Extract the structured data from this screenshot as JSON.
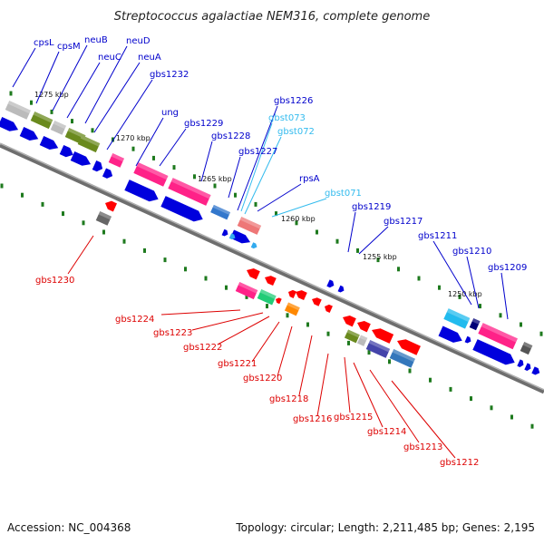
{
  "title": "Streptococcus agalactiae NEM316, complete genome",
  "footer": {
    "accession": "Accession: NC_004368",
    "topology": "Topology: circular; Length: 2,211,485 bp; Genes: 2,195"
  },
  "kbp_marks": [
    "1275 kbp",
    "1270 kbp",
    "1265 kbp",
    "1260 kbp",
    "1255 kbp",
    "1250 kbp"
  ],
  "colors": {
    "blue_label": "#0000cc",
    "cyan_label": "#33bbee",
    "red_label": "#dd0000",
    "backbone": "#888888",
    "tick": "#1e7a1e"
  },
  "upper_labels": [
    {
      "text": "cpsL",
      "color": "blue"
    },
    {
      "text": "cpsM",
      "color": "blue"
    },
    {
      "text": "neuB",
      "color": "blue"
    },
    {
      "text": "neuD",
      "color": "blue"
    },
    {
      "text": "neuC",
      "color": "blue"
    },
    {
      "text": "neuA",
      "color": "blue"
    },
    {
      "text": "gbs1232",
      "color": "blue"
    },
    {
      "text": "ung",
      "color": "blue"
    },
    {
      "text": "gbs1229",
      "color": "blue"
    },
    {
      "text": "gbs1228",
      "color": "blue"
    },
    {
      "text": "gbs1227",
      "color": "blue"
    },
    {
      "text": "gbs1226",
      "color": "blue"
    },
    {
      "text": "gbst073",
      "color": "cyan"
    },
    {
      "text": "gbst072",
      "color": "cyan"
    },
    {
      "text": "rpsA",
      "color": "blue"
    },
    {
      "text": "gbst071",
      "color": "cyan"
    },
    {
      "text": "gbs1219",
      "color": "blue"
    },
    {
      "text": "gbs1217",
      "color": "blue"
    },
    {
      "text": "gbs1211",
      "color": "blue"
    },
    {
      "text": "gbs1210",
      "color": "blue"
    },
    {
      "text": "gbs1209",
      "color": "blue"
    }
  ],
  "lower_labels": [
    {
      "text": "gbs1230"
    },
    {
      "text": "gbs1224"
    },
    {
      "text": "gbs1223"
    },
    {
      "text": "gbs1222"
    },
    {
      "text": "gbs1221"
    },
    {
      "text": "gbs1220"
    },
    {
      "text": "gbs1218"
    },
    {
      "text": "gbs1216"
    },
    {
      "text": "gbs1215"
    },
    {
      "text": "gbs1214"
    },
    {
      "text": "gbs1213"
    },
    {
      "text": "gbs1212"
    }
  ]
}
